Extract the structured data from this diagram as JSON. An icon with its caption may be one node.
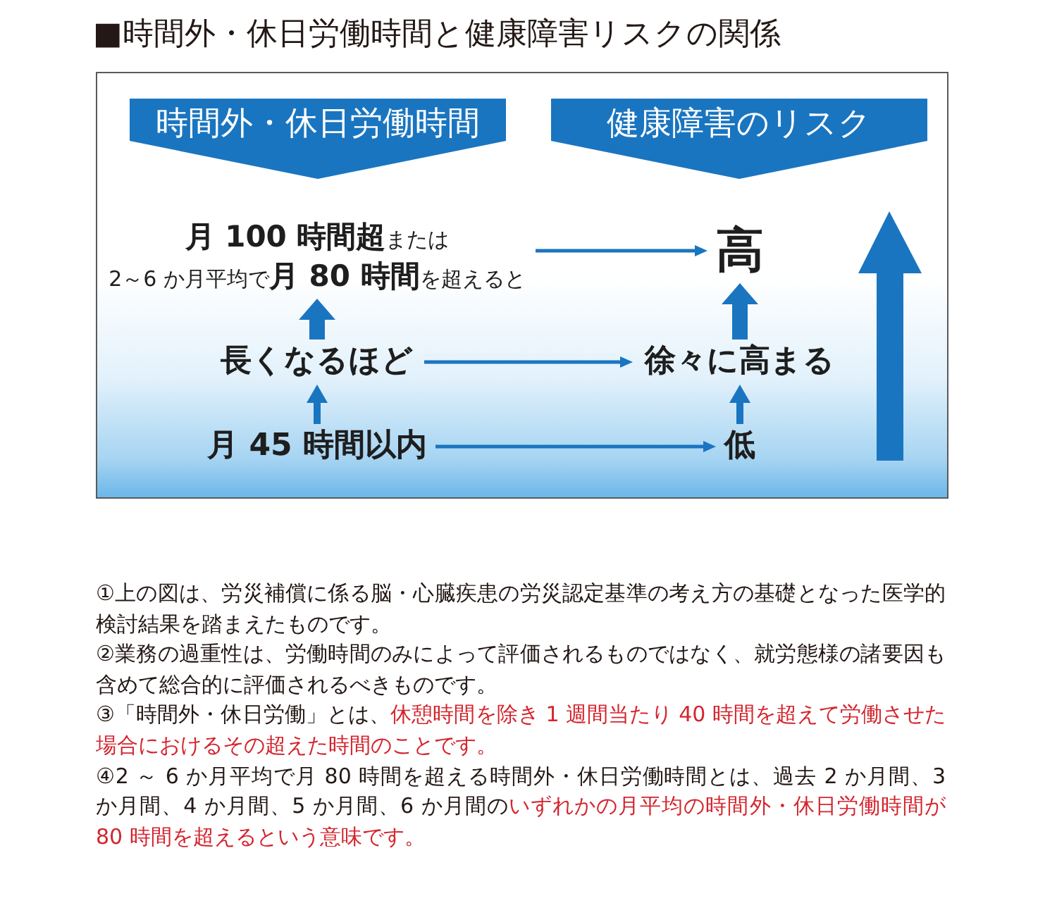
{
  "diagram": {
    "title": "■時間外・休日労働時間と健康障害リスクの関係",
    "nodes": [
      {
        "text": [],
        "shape": "box"
      },
      {
        "text": [
          "時間外・休日労働時間"
        ],
        "in": 0
      },
      {
        "text": [
          "健康障害のリスク"
        ],
        "in": 0
      },
      {
        "text": [
          "**月 100 時間超**または",
          "2～6 か月平均で**月 80 時間**を超えると"
        ],
        "in": 0
      },
      {
        "text": [
          "高"
        ],
        "in": 0
      },
      {
        "text": [
          "長くなるほど"
        ],
        "in": 0
      },
      {
        "text": [
          "徐々に高まる"
        ],
        "in": 0
      },
      {
        "text": [
          "月 45 時間以内"
        ],
        "in": 0
      },
      {
        "text": [
          "低"
        ],
        "in": 0
      }
    ],
    "edges": [
      {
        "from": 3,
        "to": 4,
        "arrow": "to"
      },
      {
        "from": 5,
        "to": 3,
        "arrow": "to",
        "style": "thick"
      },
      {
        "from": 5,
        "to": 6,
        "arrow": "to"
      },
      {
        "from": 6,
        "to": 4,
        "arrow": "to",
        "style": "thick"
      },
      {
        "from": 7,
        "to": 5,
        "arrow": "to"
      },
      {
        "from": 7,
        "to": 8,
        "arrow": "to"
      },
      {
        "from": 8,
        "to": 6,
        "arrow": "to"
      }
    ],
    "labels": [
      "①上の図は、労災補償に係る脳・心臓疾患の労災認定基準の考え方の基礎となった医学的検討結果を踏まえたものです。",
      "②業務の過重性は、労働時間のみによって評価されるものではなく、就労態様の諸要因も含めて総合的に評価されるべきものです。",
      "③「時間外・休日労働」とは、**休憩時間を除き 1 週間当たり 40 時間を超えて労働させた場合におけるその超えた時間のことです。**",
      "④2 ～ 6 か月平均で月 80 時間を超える時間外・休日労働時間とは、過去 2 か月間、3 か月間、4 か月間、5 か月間、6 か月間の**いずれかの月平均の時間外・休日労働時間が 80 時間を超えるという意味です。**"
    ]
  }
}
